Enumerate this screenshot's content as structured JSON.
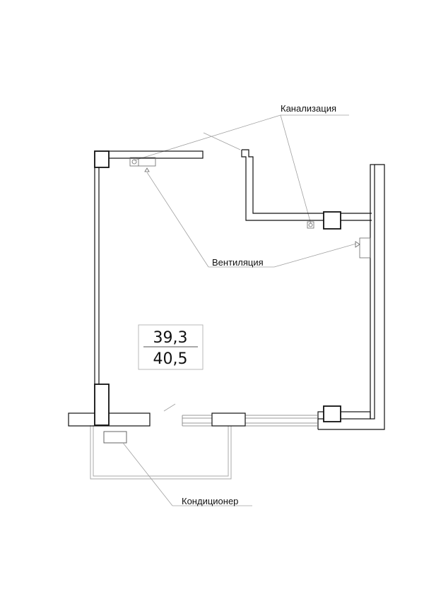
{
  "labels": {
    "sewer": "Канализация",
    "ventilation": "Вентиляция",
    "air_conditioner": "Кондиционер"
  },
  "area": {
    "living": "39,3",
    "total": "40,5"
  }
}
